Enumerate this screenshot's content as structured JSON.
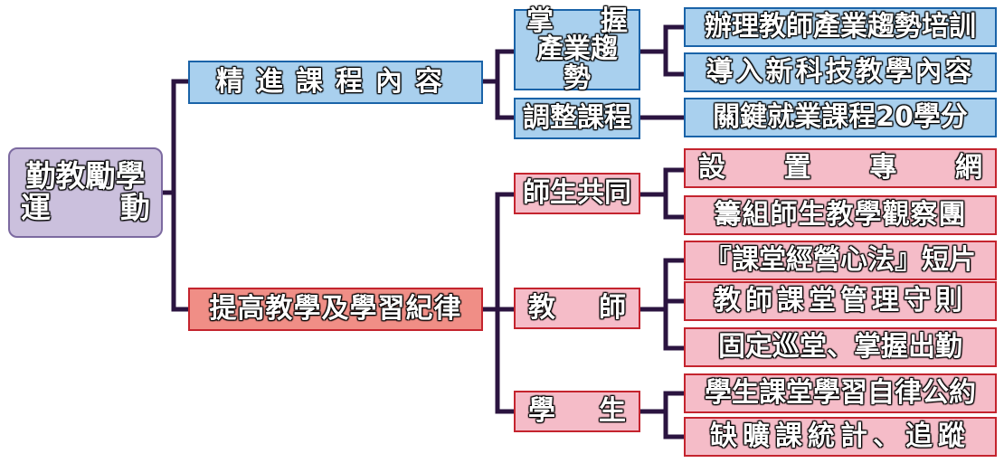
{
  "root": {
    "line1": "勤教勵學",
    "line2a": "運",
    "line2b": "動"
  },
  "branch_top": "精進課程內容",
  "branch_bottom": "提高教學及學習紀律",
  "top_children": {
    "market_line1a": "掌",
    "market_line1b": "握",
    "market_line2": "產業趨勢",
    "adjust": "調整課程"
  },
  "top_leaves": {
    "leaf1": "辦理教師產業趨勢培訓",
    "leaf2": "導入新科技教學內容",
    "leaf3": "關鍵就業課程20學分"
  },
  "bottom_children": {
    "together": "師生共同",
    "teacher_a": "教",
    "teacher_b": "師",
    "student_a": "學",
    "student_b": "生"
  },
  "bottom_leaves": {
    "net": [
      "設",
      "置",
      "專",
      "網"
    ],
    "observe": "籌組師生教學觀察團",
    "film": "『課堂經營心法』短片",
    "rules": "教師課堂管理守則",
    "patrol": "固定巡堂、掌握出勤",
    "pact": "學生課堂學習自律公約",
    "absent": "缺曠課統計、追蹤"
  },
  "colors": {
    "line": "#2b1440",
    "blue": "#a9d0ee",
    "pink": "#f5bcc8",
    "salmon": "#f08e86",
    "purple": "#cbc0dd"
  }
}
